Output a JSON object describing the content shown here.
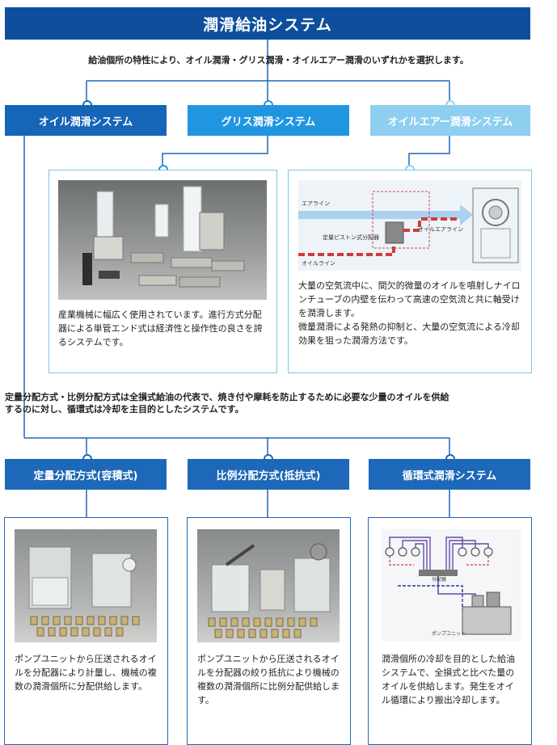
{
  "title": "潤滑給油システム",
  "intro": "給油個所の特性により、オイル潤滑・グリス潤滑・オイルエアー潤滑のいずれかを選択します。",
  "categories": {
    "oil": "オイル潤滑システム",
    "grease": "グリス潤滑システム",
    "oilair": "オイルエアー潤滑システム"
  },
  "grease_panel": {
    "description": "産業機械に幅広く使用されています。進行方式分配器による単管エンド式は経済性と操作性の良さを誇るシステムです。"
  },
  "oilair_panel": {
    "diagram_labels": {
      "air_line": "エアライン",
      "oil_air_line": "オイルエアライン",
      "distributor": "定量ピストン式分配器",
      "oil_line": "オイルライン"
    },
    "description_1": "大量の空気流中に、間欠的微量のオイルを噴射しナイロンチューブの内壁を伝わって高速の空気流と共に軸受けを潤滑します。",
    "description_2": "微量潤滑による発熱の抑制と、大量の空気流による冷却効果を狙った潤滑方法です。"
  },
  "note": "定量分配方式・比例分配方式は全損式給油の代表で、焼き付や摩耗を防止するために必要な少量のオイルを供給するのに対し、循環式は冷却を主目的としたシステムです。",
  "sub_systems": [
    {
      "label": "定量分配方式(容積式)",
      "description": "ポンプユニットから圧送されるオイルを分配器により計量し、機械の複数の潤滑個所に分配供給します。"
    },
    {
      "label": "比例分配方式(抵抗式)",
      "description": "ポンプユニットから圧送されるオイルを分配器の絞り抵抗により機械の複数の潤滑個所に比例分配供給します。"
    },
    {
      "label": "循環式潤滑システム",
      "description": "潤滑個所の冷却を目的とした給油システムで、全損式と比べた量のオイルを供給します。発生をオイル循環により搬出冷却します。",
      "diagram_labels": {
        "distributor": "分配器",
        "pump_unit": "ポンプユニット"
      }
    }
  ],
  "colors": {
    "dark_blue": "#0d4f9c",
    "oil_blue": "#1565b8",
    "grease_blue": "#2196e0",
    "oilair_blue": "#8ecff0"
  }
}
